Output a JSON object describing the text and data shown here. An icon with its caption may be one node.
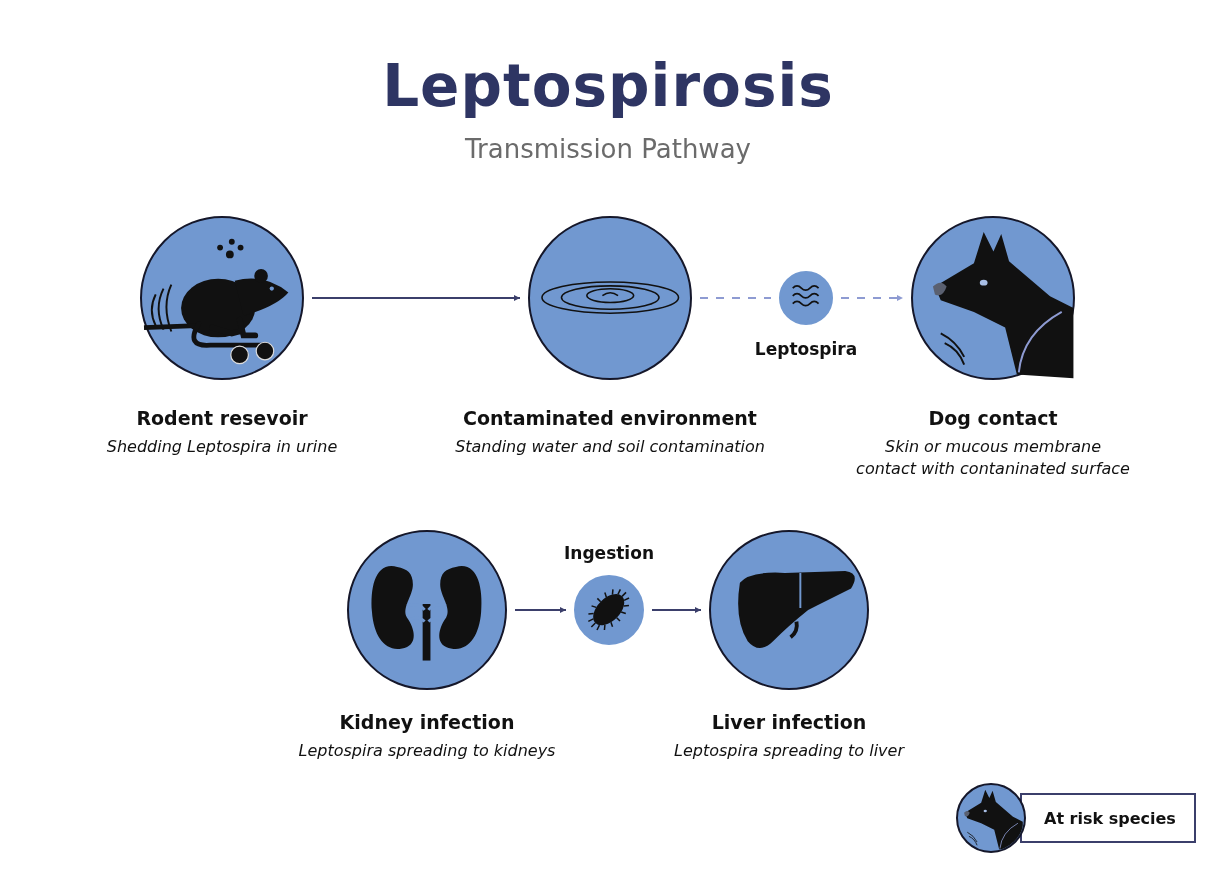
{
  "diagram": {
    "title": "Leptospirosis",
    "nodes": [
      {
        "text": [
          "Rodent resevoir",
          "Shedding Leptospira in urine"
        ]
      },
      {
        "text": [
          "Contaminated environment",
          "Standing water and soil contamination"
        ]
      },
      {
        "text": [
          "Leptospira"
        ]
      },
      {
        "text": [
          "Dog contact",
          "Skin or mucous membrane contact with contaninated surface"
        ]
      },
      {
        "text": [
          "Kidney infection",
          "Leptospira spreading to kidneys"
        ]
      },
      {
        "text": [
          "Ingestion"
        ]
      },
      {
        "text": [
          "Liver infection",
          "Leptospira spreading to liver"
        ]
      }
    ],
    "edges": [
      {
        "from": 0,
        "to": 1,
        "arrow": "to"
      },
      {
        "from": 1,
        "to": 2,
        "arrow": "none",
        "style": "dashed",
        "color": "#8e9bd2"
      },
      {
        "from": 2,
        "to": 3,
        "arrow": "to",
        "style": "dashed",
        "color": "#8e9bd2"
      },
      {
        "from": 4,
        "to": 5,
        "arrow": "to"
      },
      {
        "from": 5,
        "to": 6,
        "arrow": "to"
      }
    ],
    "labels": [
      "Transmission Pathway"
    ],
    "legend": [
      {
        "text": "At risk species"
      }
    ]
  }
}
